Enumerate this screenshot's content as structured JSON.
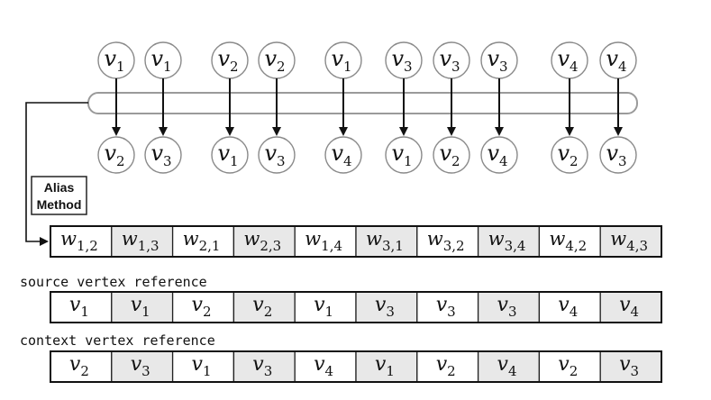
{
  "colors": {
    "stroke": "#333333",
    "node_stroke": "#8a8a8a",
    "bar_stroke": "#9a9a9a",
    "shaded_cell": "#e8e8e8",
    "white_cell": "#ffffff"
  },
  "pairs": [
    {
      "src": "v",
      "src_sub": "1",
      "dst": "v",
      "dst_sub": "2"
    },
    {
      "src": "v",
      "src_sub": "1",
      "dst": "v",
      "dst_sub": "3"
    },
    {
      "src": "v",
      "src_sub": "2",
      "dst": "v",
      "dst_sub": "1"
    },
    {
      "src": "v",
      "src_sub": "2",
      "dst": "v",
      "dst_sub": "3"
    },
    {
      "src": "v",
      "src_sub": "1",
      "dst": "v",
      "dst_sub": "4"
    },
    {
      "src": "v",
      "src_sub": "3",
      "dst": "v",
      "dst_sub": "1"
    },
    {
      "src": "v",
      "src_sub": "3",
      "dst": "v",
      "dst_sub": "2"
    },
    {
      "src": "v",
      "src_sub": "3",
      "dst": "v",
      "dst_sub": "4"
    },
    {
      "src": "v",
      "src_sub": "4",
      "dst": "v",
      "dst_sub": "2"
    },
    {
      "src": "v",
      "src_sub": "4",
      "dst": "v",
      "dst_sub": "3"
    }
  ],
  "alias_box": {
    "line1": "Alias",
    "line2": "Method"
  },
  "weight_row": [
    {
      "base": "w",
      "sub": "1,2",
      "shaded": false
    },
    {
      "base": "w",
      "sub": "1,3",
      "shaded": true
    },
    {
      "base": "w",
      "sub": "2,1",
      "shaded": false
    },
    {
      "base": "w",
      "sub": "2,3",
      "shaded": true
    },
    {
      "base": "w",
      "sub": "1,4",
      "shaded": false
    },
    {
      "base": "w",
      "sub": "3,1",
      "shaded": true
    },
    {
      "base": "w",
      "sub": "3,2",
      "shaded": false
    },
    {
      "base": "w",
      "sub": "3,4",
      "shaded": true
    },
    {
      "base": "w",
      "sub": "4,2",
      "shaded": false
    },
    {
      "base": "w",
      "sub": "4,3",
      "shaded": true
    }
  ],
  "source_label": "source vertex reference",
  "source_row": [
    {
      "base": "v",
      "sub": "1",
      "shaded": false
    },
    {
      "base": "v",
      "sub": "1",
      "shaded": true
    },
    {
      "base": "v",
      "sub": "2",
      "shaded": false
    },
    {
      "base": "v",
      "sub": "2",
      "shaded": true
    },
    {
      "base": "v",
      "sub": "1",
      "shaded": false
    },
    {
      "base": "v",
      "sub": "3",
      "shaded": true
    },
    {
      "base": "v",
      "sub": "3",
      "shaded": false
    },
    {
      "base": "v",
      "sub": "3",
      "shaded": true
    },
    {
      "base": "v",
      "sub": "4",
      "shaded": false
    },
    {
      "base": "v",
      "sub": "4",
      "shaded": true
    }
  ],
  "context_label": "context vertex reference",
  "context_row": [
    {
      "base": "v",
      "sub": "2",
      "shaded": false
    },
    {
      "base": "v",
      "sub": "3",
      "shaded": true
    },
    {
      "base": "v",
      "sub": "1",
      "shaded": false
    },
    {
      "base": "v",
      "sub": "3",
      "shaded": true
    },
    {
      "base": "v",
      "sub": "4",
      "shaded": false
    },
    {
      "base": "v",
      "sub": "1",
      "shaded": true
    },
    {
      "base": "v",
      "sub": "2",
      "shaded": false
    },
    {
      "base": "v",
      "sub": "4",
      "shaded": true
    },
    {
      "base": "v",
      "sub": "2",
      "shaded": false
    },
    {
      "base": "v",
      "sub": "3",
      "shaded": true
    }
  ]
}
